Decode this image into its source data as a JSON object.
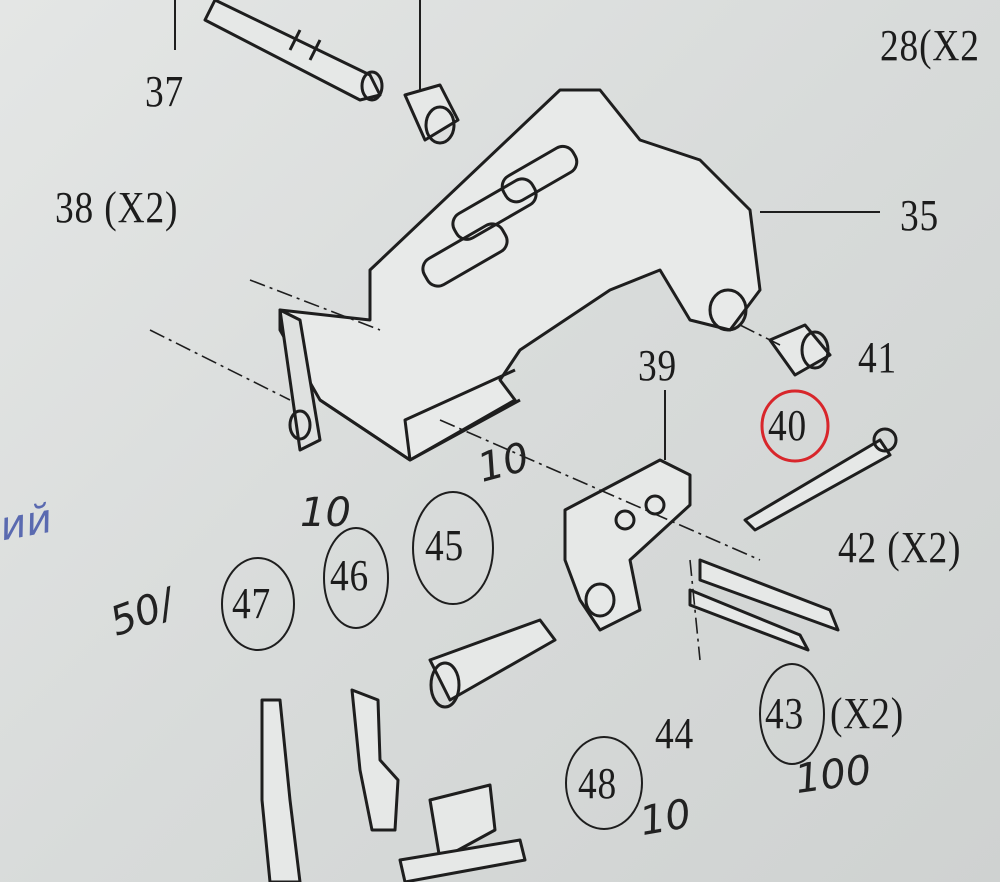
{
  "diagram": {
    "part_labels": {
      "p37": "37",
      "p28": "28(X2",
      "p38": "38 (X2)",
      "p35": "35",
      "p39": "39",
      "p41": "41",
      "p40": "40",
      "p42": "42 (X2)",
      "p45": "45",
      "p46": "46",
      "p47": "47",
      "p43": "43",
      "p43q": "(X2)",
      "p44": "44",
      "p48": "48"
    },
    "handwritten": {
      "h10a": "10",
      "h10b": "10",
      "h50": "50/",
      "h100": "100",
      "h10c": "10",
      "hblue": "ий"
    },
    "highlight_color": "#d8262b"
  }
}
